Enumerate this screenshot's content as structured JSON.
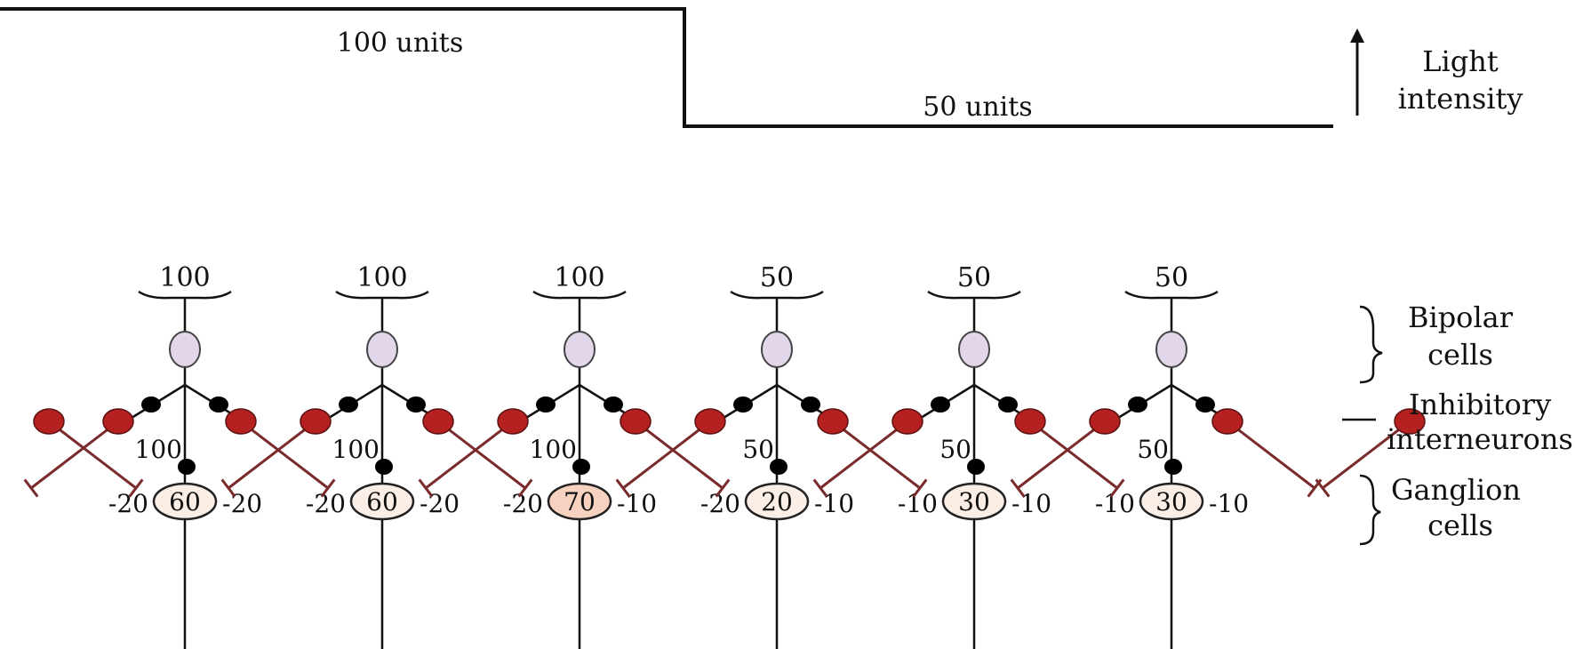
{
  "light_profile": {
    "left_label": "100 units",
    "right_label": "50 units",
    "axis_label_line1": "Light",
    "axis_label_line2": "intensity"
  },
  "side_labels": {
    "bipolar_line1": "Bipolar",
    "bipolar_line2": "cells",
    "inhibitory_line1": "Inhibitory",
    "inhibitory_line2": "interneurons",
    "ganglion_line1": "Ganglion",
    "ganglion_line2": "cells"
  },
  "columns": [
    {
      "input": "100",
      "bipolar_out": "100",
      "ganglion": "60",
      "inhib_left": "-20",
      "inhib_right": "-20"
    },
    {
      "input": "100",
      "bipolar_out": "100",
      "ganglion": "60",
      "inhib_left": "-20",
      "inhib_right": "-20"
    },
    {
      "input": "100",
      "bipolar_out": "100",
      "ganglion": "70",
      "inhib_left": "-20",
      "inhib_right": "-10"
    },
    {
      "input": "50",
      "bipolar_out": "50",
      "ganglion": "20",
      "inhib_left": "-20",
      "inhib_right": "-10"
    },
    {
      "input": "50",
      "bipolar_out": "50",
      "ganglion": "30",
      "inhib_left": "-10",
      "inhib_right": "-10"
    },
    {
      "input": "50",
      "bipolar_out": "50",
      "ganglion": "30",
      "inhib_left": "-10",
      "inhib_right": "-10"
    }
  ],
  "colors": {
    "line": "#111111",
    "bipolar_fill": "#e2d6ea",
    "interneuron_fill": "#b52020",
    "interneuron_arm": "#7a2b2b",
    "ganglion_fill": "#fbeee6",
    "ganglion_highlight_fill": "#f8d2c0",
    "synapse": "#000000"
  }
}
